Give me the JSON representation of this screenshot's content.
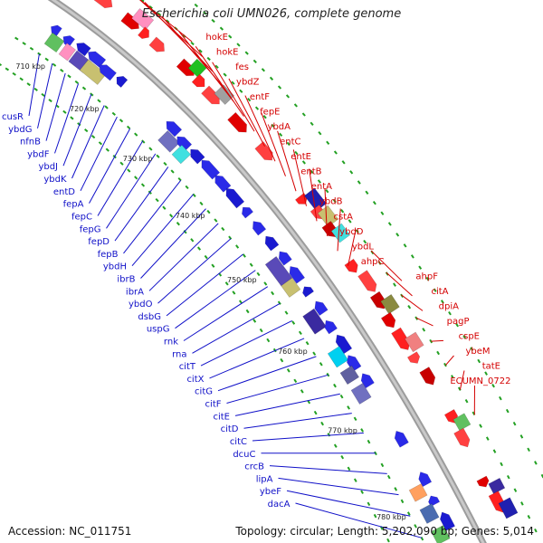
{
  "title": "Escherichia coli UMN026, complete genome",
  "footer": {
    "accession": "Accession: NC_011751",
    "topology": "Topology: circular; Length: 5,202,090 bp; Genes: 5,014"
  },
  "colors": {
    "backbone": "#a8a8a8",
    "forward_strand_label": "#d40000",
    "reverse_strand_label": "#1010c8",
    "tick_marks": "#22a022"
  },
  "ticks": [
    "710 kbp",
    "720 kbp",
    "730 kbp",
    "740 kbp",
    "750 kbp",
    "760 kbp",
    "770 kbp",
    "780 kbp"
  ],
  "labels_forward": [
    "hokE",
    "hokE",
    "fes",
    "ybdZ",
    "entF",
    "fepE",
    "ybdA",
    "entC",
    "entE",
    "entB",
    "entA",
    "ybdB",
    "cstA",
    "ybdD",
    "ybdL",
    "ahpC",
    "ahpF",
    "citA",
    "dpiA",
    "pagP",
    "cspE",
    "ybeM",
    "tatE",
    "ECUMN_0722"
  ],
  "labels_reverse": [
    "cusR",
    "ybdG",
    "nfnB",
    "ybdF",
    "ybdJ",
    "ybdK",
    "entD",
    "fepA",
    "fepC",
    "fepG",
    "fepD",
    "fepB",
    "ybdH",
    "ibrB",
    "ibrA",
    "ybdO",
    "dsbG",
    "uspG",
    "rnk",
    "rna",
    "citT",
    "citX",
    "citG",
    "citF",
    "citE",
    "citD",
    "citC",
    "dcuC",
    "crcB",
    "lipA",
    "ybeF",
    "dacA"
  ]
}
